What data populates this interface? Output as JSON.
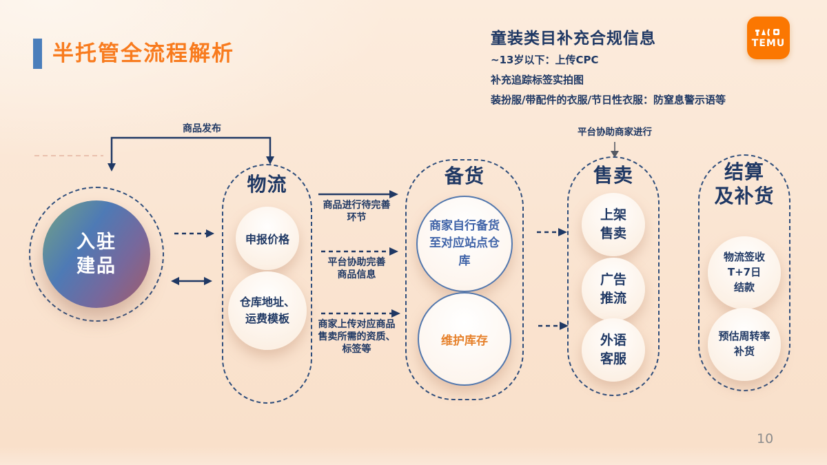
{
  "slide": {
    "title": "半托管全流程解析",
    "page_number": "10"
  },
  "compliance_note": {
    "heading": "童装类目补充合规信息",
    "lines": [
      "~13岁以下：上传CPC",
      "补充追踪标签实拍图",
      "装扮服/带配件的衣服/节日性衣服：防窒息警示语等"
    ]
  },
  "logo": {
    "text": "TEMU"
  },
  "flow": {
    "entry": {
      "label": "入驻\n建品"
    },
    "stages": [
      {
        "title": "物流",
        "items": [
          "申报价格",
          "仓库地址、\n运费模板"
        ]
      },
      {
        "title": "备货",
        "items": [
          "商家自行备货\n至对应站点仓\n库",
          "维护库存"
        ]
      },
      {
        "title": "售卖",
        "items": [
          "上架\n售卖",
          "广告\n推流",
          "外语\n客服"
        ]
      },
      {
        "title": "结算\n及补货",
        "items": [
          "物流签收\nT+7日\n结款",
          "预估周转率\n补货"
        ]
      }
    ],
    "arrows": {
      "publish": "商品发布",
      "logistics_to_stock_1": "商品进行待完善\n环节",
      "logistics_to_stock_2": "平台协助完善\n商品信息",
      "logistics_to_stock_3": "商家上传对应商品\n售卖所需的资质、\n标签等",
      "platform_assist": "平台协助商家进行"
    }
  },
  "colors": {
    "title_orange": "#F87B1E",
    "navy_text": "#1F3864",
    "accent_bar_blue": "#4A7EBB",
    "logo_orange": "#FB7701",
    "highlight_orange": "#E6802A",
    "page_number_gray": "#8C8C8C"
  }
}
